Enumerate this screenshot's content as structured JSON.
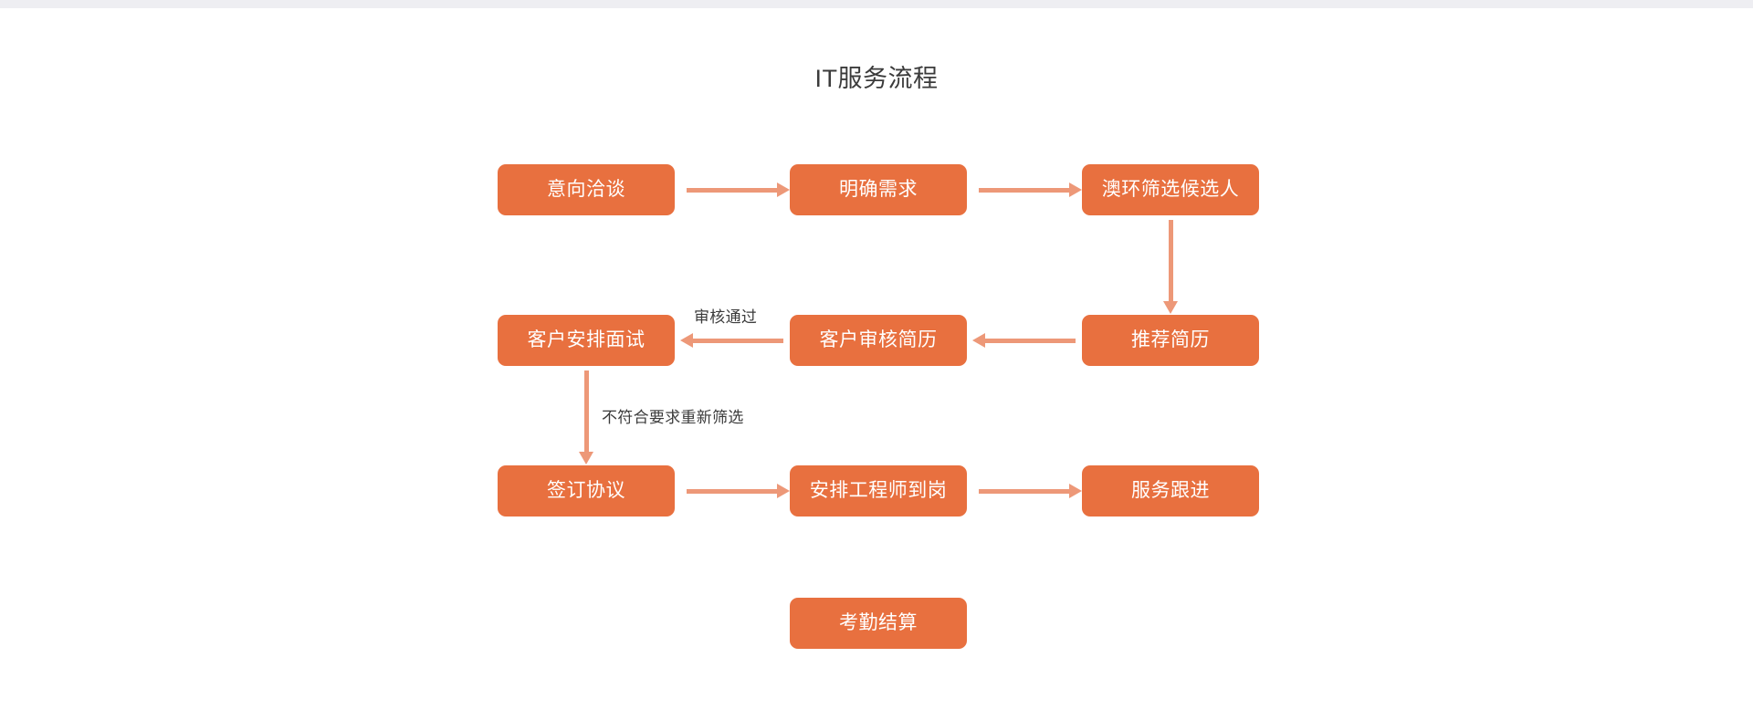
{
  "page": {
    "title": "IT服务流程",
    "background_color": "#ffffff",
    "node_color": "#e8703f",
    "node_text_color": "#ffffff",
    "arrow_color": "#ed9878",
    "label_color": "#3b3b3b"
  },
  "nodes": [
    {
      "id": "n1",
      "label": "意向洽谈",
      "row": 1,
      "col": 1
    },
    {
      "id": "n2",
      "label": "明确需求",
      "row": 1,
      "col": 2
    },
    {
      "id": "n3",
      "label": "澳环筛选候选人",
      "row": 1,
      "col": 3
    },
    {
      "id": "n4",
      "label": "客户安排面试",
      "row": 2,
      "col": 1
    },
    {
      "id": "n5",
      "label": "客户审核简历",
      "row": 2,
      "col": 2
    },
    {
      "id": "n6",
      "label": "推荐简历",
      "row": 2,
      "col": 3
    },
    {
      "id": "n7",
      "label": "签订协议",
      "row": 3,
      "col": 1
    },
    {
      "id": "n8",
      "label": "安排工程师到岗",
      "row": 3,
      "col": 2
    },
    {
      "id": "n9",
      "label": "服务跟进",
      "row": 3,
      "col": 3
    },
    {
      "id": "n10",
      "label": "考勤结算",
      "row": 4,
      "col": 2
    }
  ],
  "edges": [
    {
      "id": "e1",
      "from": "n1",
      "to": "n2",
      "direction": "right",
      "label": ""
    },
    {
      "id": "e2",
      "from": "n2",
      "to": "n3",
      "direction": "right",
      "label": ""
    },
    {
      "id": "e3",
      "from": "n3",
      "to": "n6",
      "direction": "down",
      "label": ""
    },
    {
      "id": "e4",
      "from": "n6",
      "to": "n5",
      "direction": "left",
      "label": ""
    },
    {
      "id": "e5",
      "from": "n5",
      "to": "n4",
      "direction": "left",
      "label": "审核通过"
    },
    {
      "id": "e6",
      "from": "n4",
      "to": "n7",
      "direction": "down",
      "label": "不符合要求重新筛选"
    },
    {
      "id": "e7",
      "from": "n7",
      "to": "n8",
      "direction": "right",
      "label": ""
    },
    {
      "id": "e8",
      "from": "n8",
      "to": "n9",
      "direction": "right",
      "label": ""
    }
  ],
  "edge_labels": {
    "approved": "审核通过",
    "rescreen": "不符合要求重新筛选"
  }
}
